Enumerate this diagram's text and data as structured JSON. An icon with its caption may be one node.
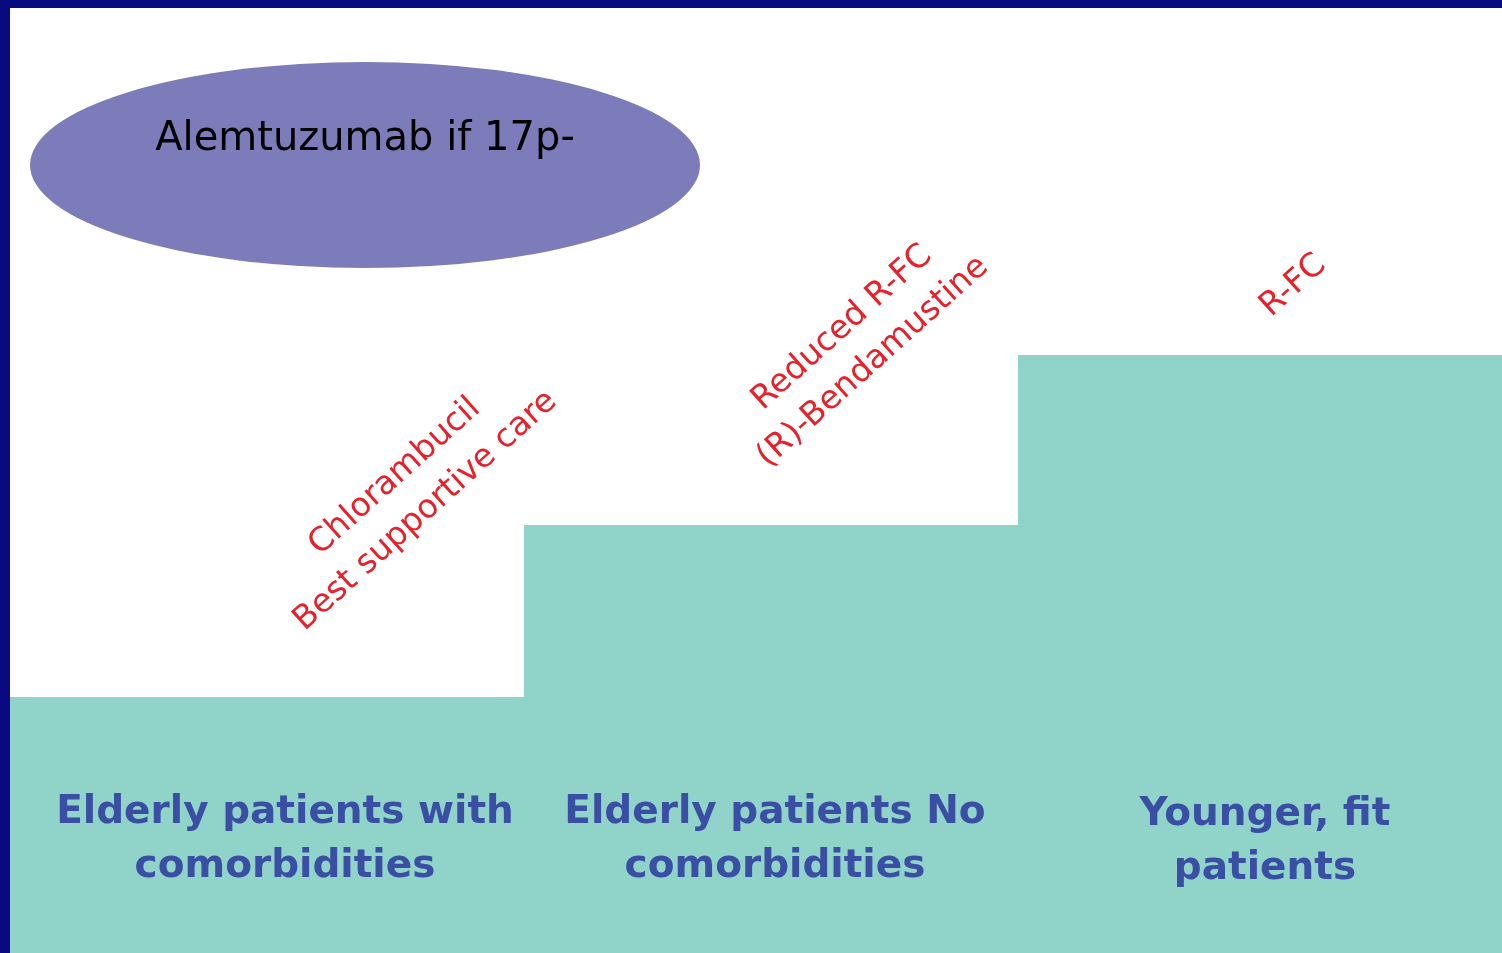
{
  "diagram": {
    "nodes": [
      {
        "text": [
          "Alemtuzumab if 17p-"
        ]
      },
      {
        "text": [
          "Elderly patients with comorbidities"
        ],
        "beside": [
          "Chlorambucil",
          "Best supportive care"
        ]
      },
      {
        "text": [
          "Elderly patients No comorbidities"
        ],
        "beside": [
          "Reduced R-FC",
          "(R)-Bendamustine"
        ]
      },
      {
        "text": [
          "Younger, fit patients"
        ],
        "beside": [
          "R-FC"
        ]
      }
    ]
  }
}
